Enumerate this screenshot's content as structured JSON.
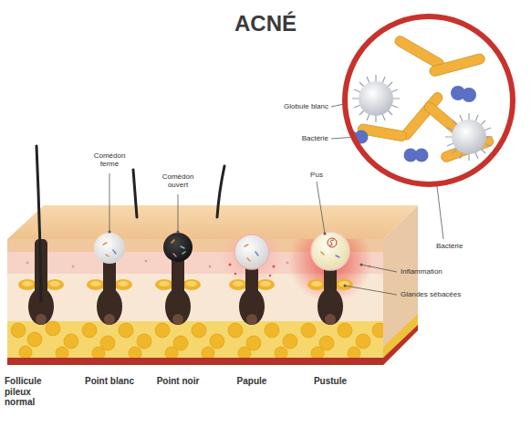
{
  "diagram": {
    "title": "ACNÉ",
    "labels": [
      "Comédon fermé",
      "Comédon ouvert",
      "Pus",
      "Globule blanc",
      "Bactérie",
      "Bactérie",
      "Inflammation",
      "Glandes sébacées",
      "Follicule pileux normal",
      "Point blanc",
      "Point noir",
      "Papule",
      "Pustule"
    ]
  }
}
